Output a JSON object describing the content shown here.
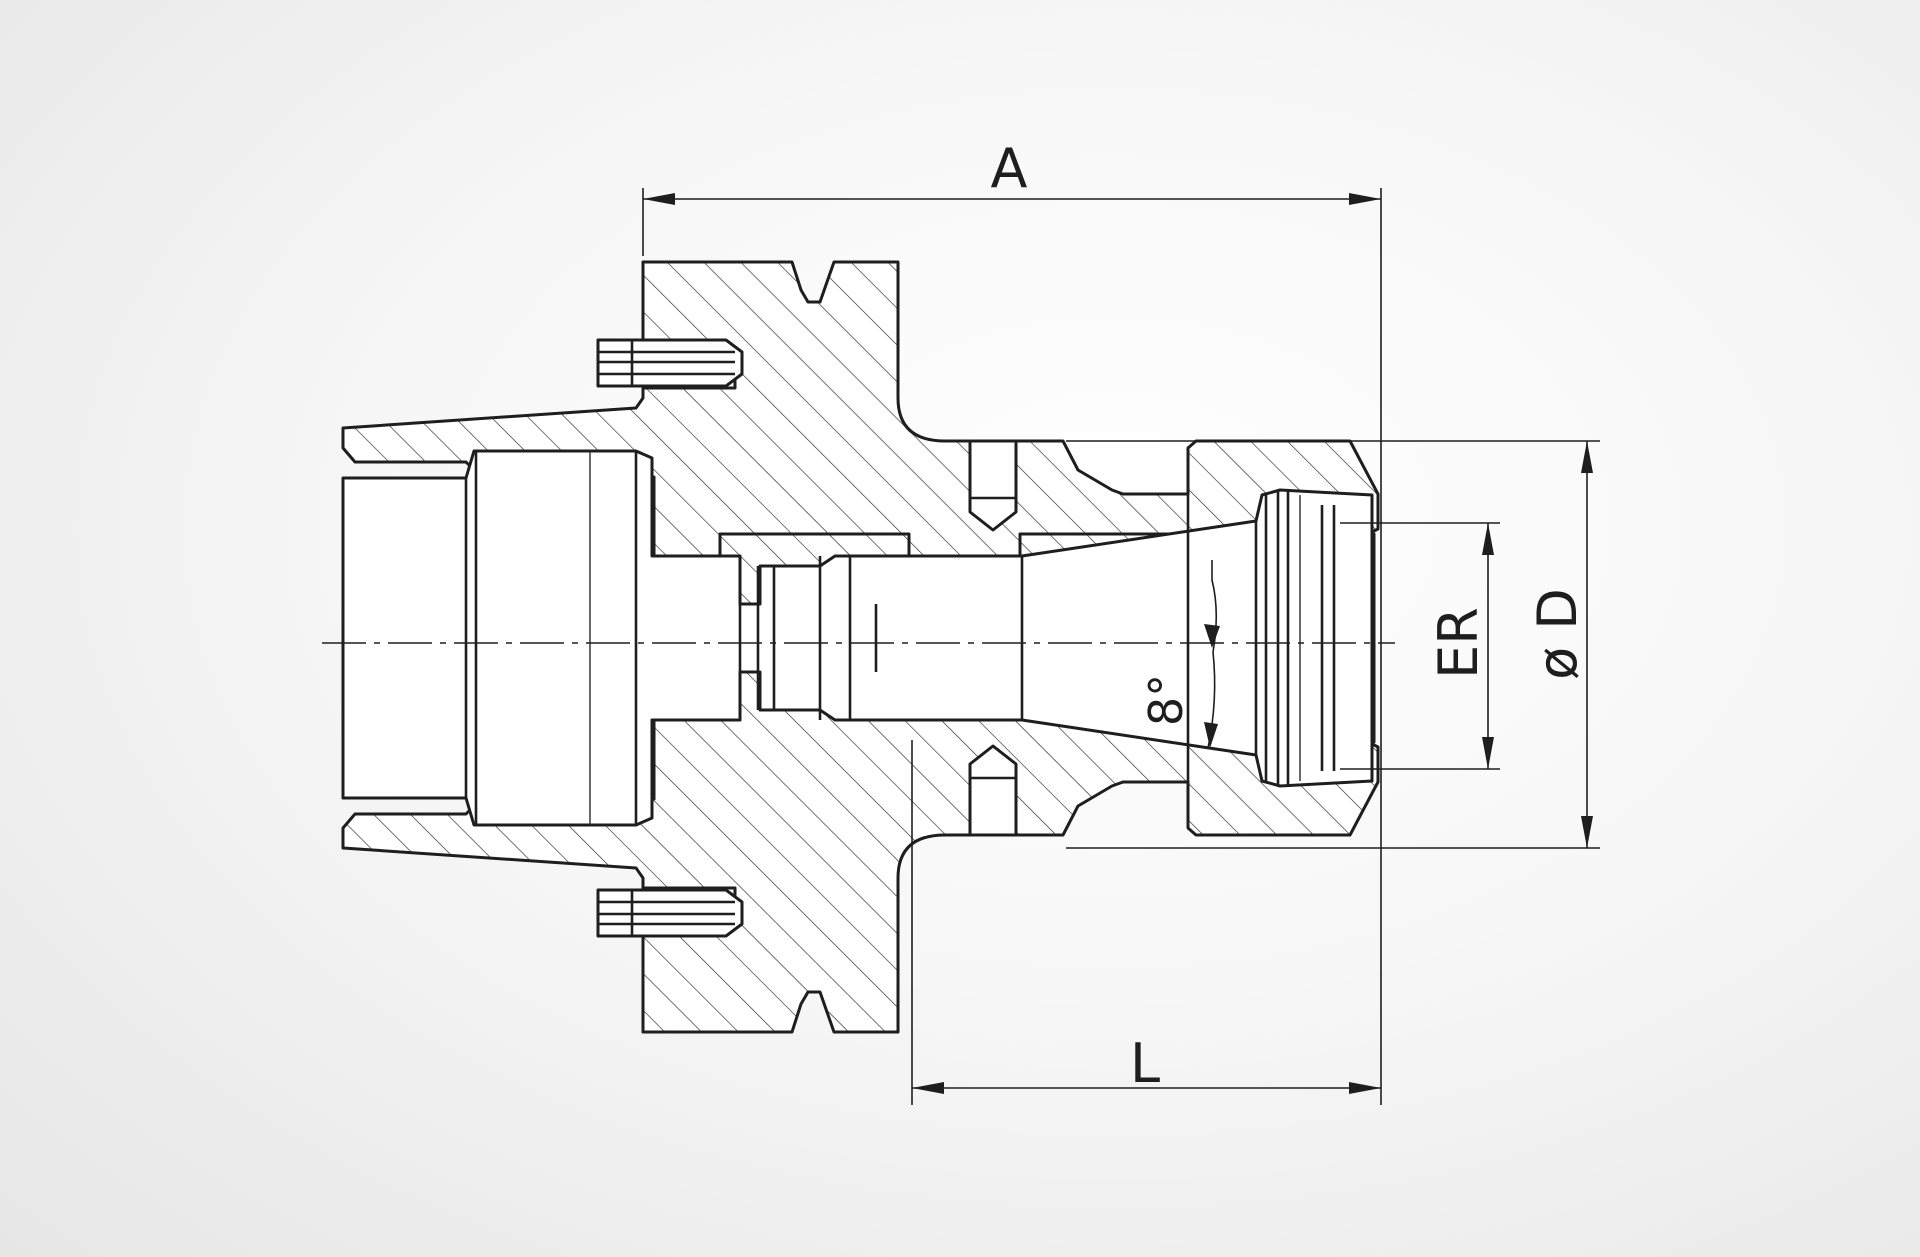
{
  "drawing": {
    "labels": {
      "length_a": "A",
      "length_l": "L",
      "collet_er": "ER",
      "diameter_d": "ø D",
      "taper_angle": "8°"
    }
  }
}
